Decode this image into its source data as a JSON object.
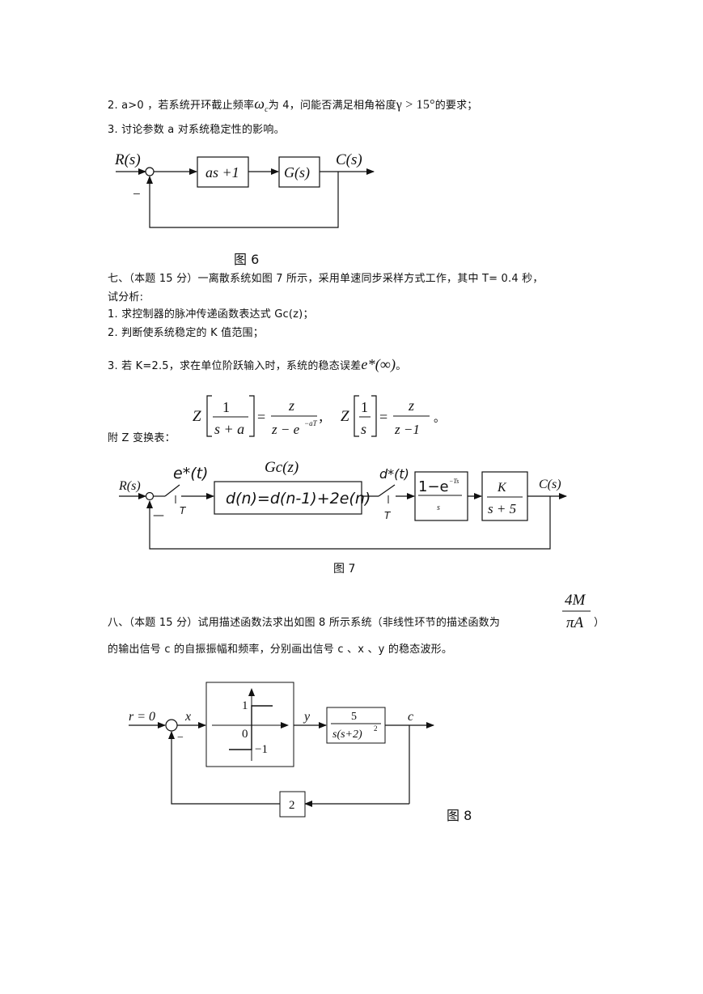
{
  "problem6": {
    "item2_a": "2. a>0 ，若系统开环截止频率",
    "item2_omega": "ω",
    "item2_sub": "c",
    "item2_b": "为 4，问能否满足相角裕度",
    "item2_gamma": "γ > 15°",
    "item2_c": "的要求；",
    "item3": "3. 讨论参数 a 对系统稳定性的影响。",
    "diagram": {
      "input": "R(s)",
      "minus": "−",
      "block1": "as +1",
      "block2": "G(s)",
      "output": "C(s)"
    },
    "caption": "图 6"
  },
  "problem7": {
    "line1": "七、（本题 15 分）一离散系统如图 7 所示，采用单速同步采样方式工作，其中 T= 0.4 秒，",
    "line2": "试分析:",
    "item1": "1. 求控制器的脉冲传递函数表达式 Gc(z)；",
    "item2": "2. 判断使系统稳定的 K 值范围；",
    "item3_a": "3. 若 K=2.5，求在单位阶跃输入时，系统的稳态误差",
    "item3_math": "e*(∞)",
    "item3_b": "。",
    "ztable_label": "附 Z 变换表：",
    "formula": {
      "z1": "Z",
      "num1": "1",
      "den1": "s + a",
      "eq": "=",
      "num2": "z",
      "den2": "z − e",
      "den2_exp": "−aT",
      "comma": "，",
      "z2": "Z",
      "num3": "1",
      "den3": "s",
      "num4": "z",
      "den4": "z −1",
      "end": "。"
    },
    "diagram": {
      "input": "R(s)",
      "err_sample": "e*(t)",
      "t1": "T",
      "minus": "—",
      "controller_label": "Gc(z)",
      "controller": "d(n)=d(n-1)+2e(n)",
      "d_sample": "d*(t)",
      "t2": "T",
      "zoh_num": "1−e",
      "zoh_exp": "−Ts",
      "zoh_den": "s",
      "plant_num": "K",
      "plant_den": "s + 5",
      "output": "C(s)"
    },
    "caption": "图 7"
  },
  "problem8": {
    "df_num": "4M",
    "df_den": "πA",
    "line1_a": "八、（本题 15 分）试用描述函数法求出如图 8 所示系统（非线性环节的描述函数为",
    "line1_b": "）",
    "line2": "的输出信号 c 的自振振幅和频率，分别画出信号 c 、x 、y 的稳态波形。",
    "diagram": {
      "input": "r = 0",
      "x": "x",
      "minus": "−",
      "level_pos": "1",
      "zero": "0",
      "level_neg": "−1",
      "y": "y",
      "plant_num": "5",
      "plant_den": "s(s+2)",
      "plant_den_exp": "2",
      "c": "c",
      "feedback_gain": "2"
    },
    "caption": "图 8"
  }
}
